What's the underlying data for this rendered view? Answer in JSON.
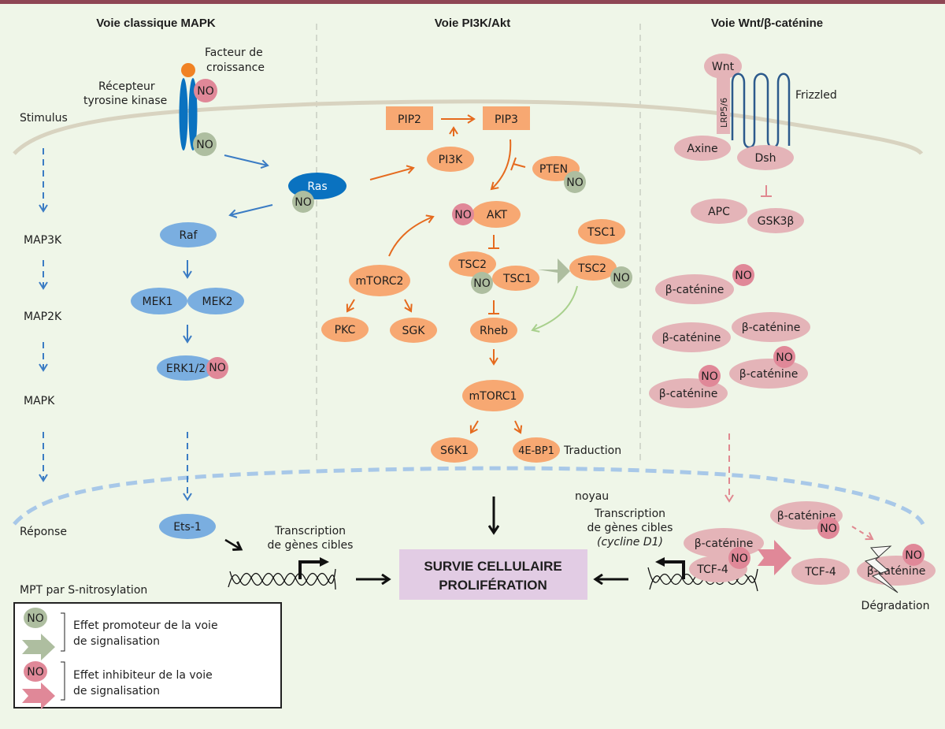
{
  "colors": {
    "background": "#eff6e8",
    "top_bar": "#8e4654",
    "membrane": "#d8d3c0",
    "mapk_blue": "#7aaee0",
    "ras_blue": "#0a72c0",
    "pi3k_orange": "#f7a872",
    "arrow_orange": "#e56a1e",
    "wnt_pink": "#e4b4b8",
    "no_promoter": "#aebea0",
    "no_inhibitor": "#e08898",
    "nucleus_dash": "#a8c8e8",
    "outcome_box": "#e2cce4"
  },
  "sections": {
    "mapk": "Voie classique MAPK",
    "pi3k": "Voie PI3K/Akt",
    "wnt": "Voie Wnt/β-caténine"
  },
  "labels": {
    "facteur_1": "Facteur de",
    "facteur_2": "croissance",
    "recepteur_1": "Récepteur",
    "recepteur_2": "tyrosine kinase",
    "stimulus": "Stimulus",
    "map3k": "MAP3K",
    "map2k": "MAP2K",
    "mapk": "MAPK",
    "reponse": "Réponse",
    "frizzled": "Frizzled",
    "lrp": "LRP5/6",
    "traduction": "Traduction",
    "noyau": "noyau",
    "transcription_left_1": "Transcription",
    "transcription_left_2": "de gènes cibles",
    "transcription_right_1": "Transcription",
    "transcription_right_2": "de gènes cibles",
    "transcription_right_3": "(cycline D1)",
    "degradation": "Dégradation",
    "no": "NO"
  },
  "nodes": {
    "ras": "Ras",
    "raf": "Raf",
    "mek1": "MEK1",
    "mek2": "MEK2",
    "erk": "ERK1/2",
    "ets1": "Ets-1",
    "pip2": "PIP2",
    "pip3": "PIP3",
    "pi3k": "PI3K",
    "pten": "PTEN",
    "akt": "AKT",
    "tsc2": "TSC2",
    "tsc1": "TSC1",
    "mtorc2": "mTORC2",
    "pkc": "PKC",
    "sgk": "SGK",
    "rheb": "Rheb",
    "mtorc1": "mTORC1",
    "s6k1": "S6K1",
    "ebp1": "4E-BP1",
    "wnt": "Wnt",
    "axine": "Axine",
    "dsh": "Dsh",
    "apc": "APC",
    "gsk3b": "GSK3β",
    "bcat": "β-caténine",
    "tcf4": "TCF-4"
  },
  "outcome": {
    "line1": "SURVIE CELLULAIRE",
    "line2": "PROLIFÉRATION"
  },
  "legend": {
    "title": "MPT par S-nitrosylation",
    "promoter_1": "Effet promoteur de la voie",
    "promoter_2": "de signalisation",
    "inhibitor_1": "Effet inhibiteur de la voie",
    "inhibitor_2": "de signalisation"
  }
}
